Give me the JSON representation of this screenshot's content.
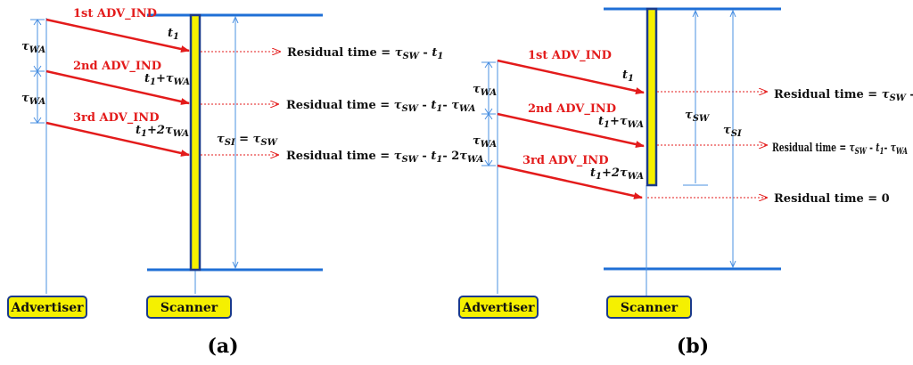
{
  "colors": {
    "blue": "#1f6fd6",
    "thin_blue": "#4a90e2",
    "red": "#e31b1b",
    "yellow": "#f5f000",
    "dark_blue": "#1a3a8c"
  },
  "advertiser_label": "Advertiser",
  "scanner_label": "Scanner",
  "panel_a": {
    "label_open": "(",
    "label_letter": "a",
    "label_close": ")",
    "adv": [
      "1st ADV_IND",
      "2nd ADV_IND",
      "3rd ADV_IND"
    ],
    "residual_prefix": "Residual time = ",
    "si_eq": " = "
  },
  "panel_b": {
    "label_open": "(",
    "label_letter": "b",
    "label_close": ")",
    "adv": [
      "1st ADV_IND",
      "2nd ADV_IND",
      "3rd ADV_IND"
    ],
    "residual_prefix": "Residual time = ",
    "residual_zero": "Residual time = 0"
  },
  "sym": {
    "tau": "τ",
    "wa": "WA",
    "sw": "SW",
    "si": "SI",
    "t": "t",
    "one": "1",
    "minus": " - ",
    "minus_tight": "- ",
    "plus": "+",
    "two": "2"
  }
}
